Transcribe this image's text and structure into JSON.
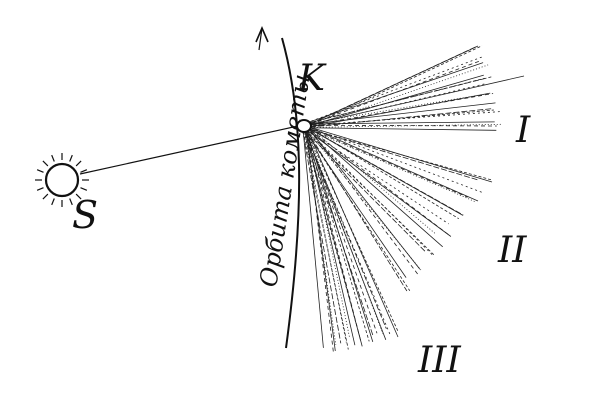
{
  "labels": {
    "sun": "S",
    "comet": "K",
    "orbit": "Орбита кометы",
    "tail_1": "I",
    "tail_2": "II",
    "tail_3": "III"
  },
  "colors": {
    "ink": "#111111",
    "paper": "#ffffff"
  }
}
